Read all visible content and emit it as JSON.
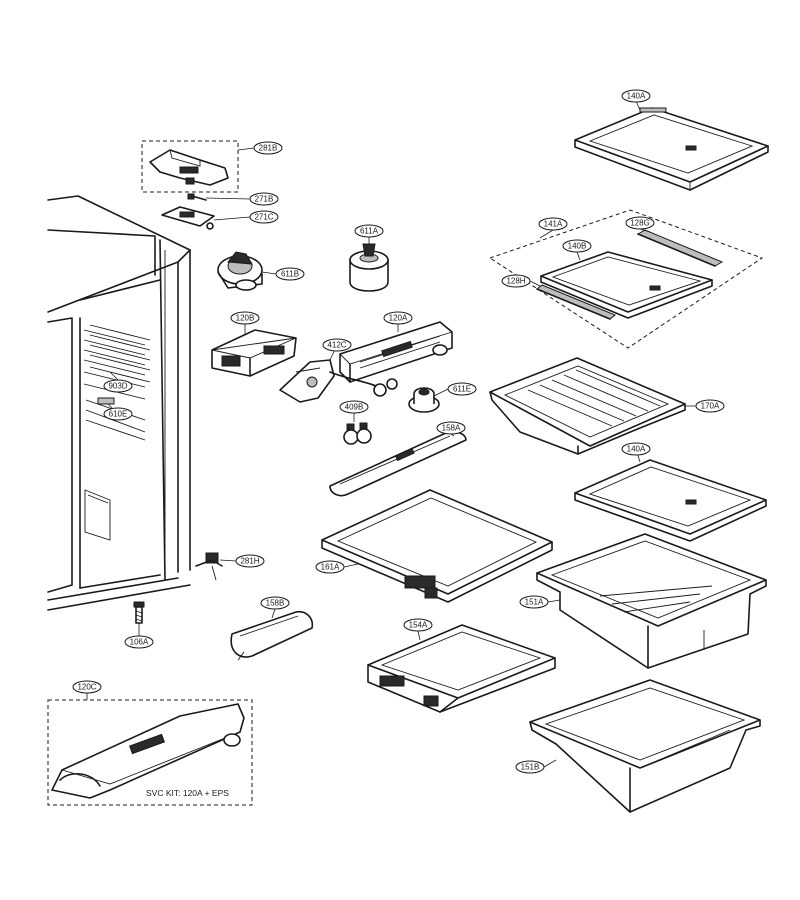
{
  "labels": {
    "p140a_top": "140A",
    "p281b": "281B",
    "p271b": "271B",
    "p271c": "271C",
    "p611a": "611A",
    "p141a": "141A",
    "p128g": "128G",
    "p140b": "140B",
    "p128h": "128H",
    "p611b": "611B",
    "p120b": "120B",
    "p120a": "120A",
    "p412c": "412C",
    "p903d": "903D",
    "p611e": "611E",
    "p170a": "170A",
    "p409b": "409B",
    "p610e": "610E",
    "p158a": "158A",
    "p140a_mid": "140A",
    "p161a": "161A",
    "p281h": "281H",
    "p151a": "151A",
    "p158b": "158B",
    "p106a": "106A",
    "p154a": "154A",
    "p120c": "120C",
    "p151b": "151B"
  },
  "svc_note": "SVC KIT: 120A + EPS"
}
